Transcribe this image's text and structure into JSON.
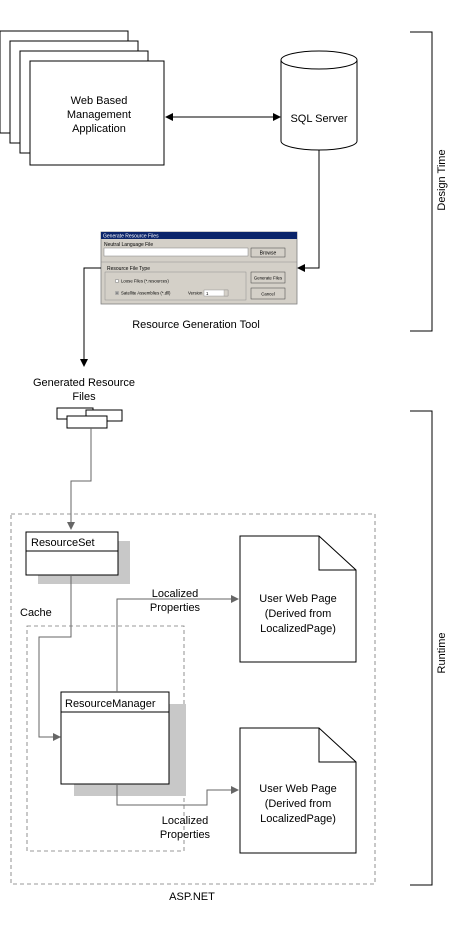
{
  "diagram": {
    "web_app_label": [
      "Web Based",
      "Management",
      "Application"
    ],
    "sql_server_label": "SQL Server",
    "tool_caption": "Resource Generation Tool",
    "generated_files_label": [
      "Generated Resource",
      "Files"
    ],
    "resourceset_label": "ResourceSet",
    "cache_label": "Cache",
    "resourcemanager_label": "ResourceManager",
    "localized_props_top": [
      "Localized",
      "Properties"
    ],
    "localized_props_bottom": [
      "Localized",
      "Properties"
    ],
    "user_page_top": [
      "User Web Page",
      "(Derived from",
      "LocalizedPage)"
    ],
    "user_page_bottom": [
      "User Web Page",
      "(Derived from",
      "LocalizedPage)"
    ],
    "aspnet_label": "ASP.NET",
    "design_time_label": "Design Time",
    "runtime_label": "Runtime"
  },
  "dialog": {
    "title": "Generate Resource Files",
    "neutral_label": "Neutral Language File",
    "browse_button": "Browse",
    "resource_type_label": "Resource File Type",
    "loose_files_option": "Loose Files (*.resources)",
    "satellite_option": "Satellite Assemblies (*.dll)",
    "version_label": "Version",
    "version_value": "1",
    "generate_button": "Generate Files",
    "cancel_button": "Cancel",
    "selected_option": "satellite"
  }
}
